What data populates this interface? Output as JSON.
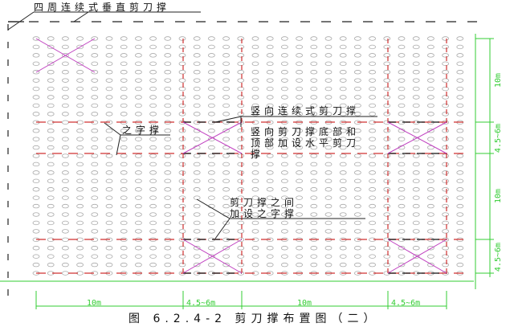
{
  "labels": {
    "perimeter": "四周连续式垂直剪刀撑",
    "zigzag": "之字撑",
    "vertical_continuous": "竖向连续式剪刀撑",
    "vertical_bottom_top_1": "竖向剪刀撑底部和",
    "vertical_bottom_top_2": "顶部加设水平剪刀",
    "vertical_bottom_top_3": "撑",
    "between_1": "剪刀撑之间",
    "between_2": "加设之字撑"
  },
  "dimensions": {
    "bottom": [
      "10m",
      "4.5~6m",
      "10m",
      "4.5~6m"
    ],
    "right": [
      "10m",
      "4.5~6m",
      "10m",
      "4.5~6m"
    ]
  },
  "caption": "图 6.2.4-2 剪刀撑布置图（二）",
  "colors": {
    "brace": "#c040c0",
    "red": "#d03030",
    "green": "#33cc33",
    "grid": "#aaaaaa"
  }
}
